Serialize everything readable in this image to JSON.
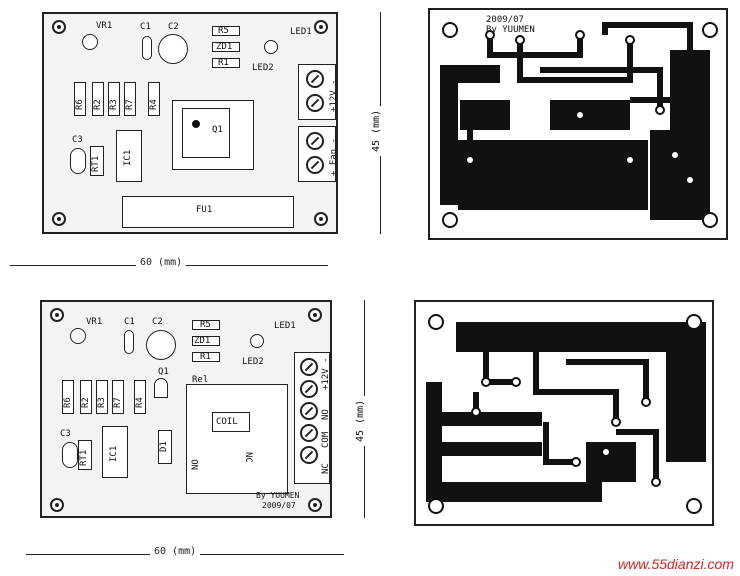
{
  "board_top": {
    "components": {
      "vr1": "VR1",
      "c1": "C1",
      "c2": "C2",
      "r5": "R5",
      "zd1": "ZD1",
      "r1": "R1",
      "led1": "LED1",
      "led2": "LED2",
      "r6": "R6",
      "r2": "R2",
      "r3": "R3",
      "r7": "R7",
      "r4": "R4",
      "c3": "C3",
      "rt1": "RT1",
      "ic1": "IC1",
      "q1": "Q1",
      "fu1": "FU1"
    },
    "terminals": {
      "v12": "+12V -",
      "fan": "+ Fan -"
    }
  },
  "board_bottom": {
    "components": {
      "vr1": "VR1",
      "c1": "C1",
      "c2": "C2",
      "r5": "R5",
      "zd1": "ZD1",
      "r1": "R1",
      "led1": "LED1",
      "led2": "LED2",
      "r6": "R6",
      "r2": "R2",
      "r3": "R3",
      "r7": "R7",
      "r4": "R4",
      "q1": "Q1",
      "rel": "Rel",
      "coil": "COIL",
      "c3": "C3",
      "rt1": "RT1",
      "ic1": "IC1",
      "d1": "D1",
      "no": "NO",
      "nc": "NC"
    },
    "terminals": {
      "v12": "+12V -",
      "no": "NO",
      "com": "COM",
      "nc": "NC"
    },
    "credit": "By YUUMEN",
    "date": "2009/07"
  },
  "copper_top": {
    "date": "2009/07",
    "credit": "By YUUMEN"
  },
  "dimensions": {
    "width": "60 (mm)",
    "height": "45 (mm)"
  },
  "watermark": "www.55dianzi.com"
}
